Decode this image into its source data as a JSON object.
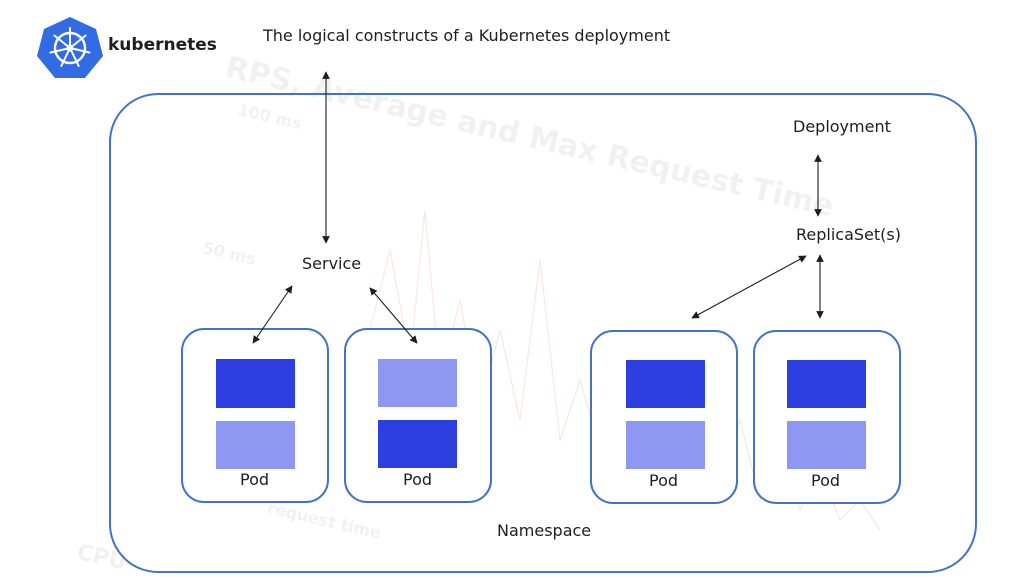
{
  "brand": {
    "name": "kubernetes"
  },
  "title": "The logical constructs of a Kubernetes deployment",
  "labels": {
    "service": "Service",
    "deployment": "Deployment",
    "replicaset": "ReplicaSet(s)",
    "namespace": "Namespace"
  },
  "pods": [
    {
      "label": "Pod"
    },
    {
      "label": "Pod"
    },
    {
      "label": "Pod"
    },
    {
      "label": "Pod"
    }
  ],
  "colors": {
    "border": "#4472c4",
    "container_dark": "#2d3fe0",
    "container_light": "#8e98f0",
    "logo": "#326ce5"
  },
  "watermark": {
    "title": "RPS, Average and Max Request Time",
    "tick_100": "100 ms",
    "tick_50": "50 ms",
    "footer": "request time",
    "cpu": "CPU"
  }
}
